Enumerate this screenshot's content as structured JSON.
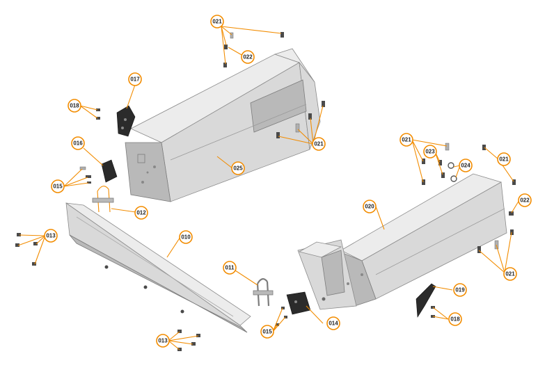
{
  "diagram": {
    "callouts": [
      {
        "id": "c021a",
        "label": "021"
      },
      {
        "id": "c022a",
        "label": "022"
      },
      {
        "id": "c017",
        "label": "017"
      },
      {
        "id": "c018a",
        "label": "018"
      },
      {
        "id": "c021b",
        "label": "021"
      },
      {
        "id": "c016",
        "label": "016"
      },
      {
        "id": "c025",
        "label": "025"
      },
      {
        "id": "c015a",
        "label": "015"
      },
      {
        "id": "c012",
        "label": "012"
      },
      {
        "id": "c013a",
        "label": "013"
      },
      {
        "id": "c010",
        "label": "010"
      },
      {
        "id": "c011",
        "label": "011"
      },
      {
        "id": "c013b",
        "label": "013"
      },
      {
        "id": "c015b",
        "label": "015"
      },
      {
        "id": "c014",
        "label": "014"
      },
      {
        "id": "c021c",
        "label": "021"
      },
      {
        "id": "c023",
        "label": "023"
      },
      {
        "id": "c024",
        "label": "024"
      },
      {
        "id": "c021d",
        "label": "021"
      },
      {
        "id": "c020",
        "label": "020"
      },
      {
        "id": "c022b",
        "label": "022"
      },
      {
        "id": "c021e",
        "label": "021"
      },
      {
        "id": "c019",
        "label": "019"
      },
      {
        "id": "c018b",
        "label": "018"
      }
    ]
  }
}
